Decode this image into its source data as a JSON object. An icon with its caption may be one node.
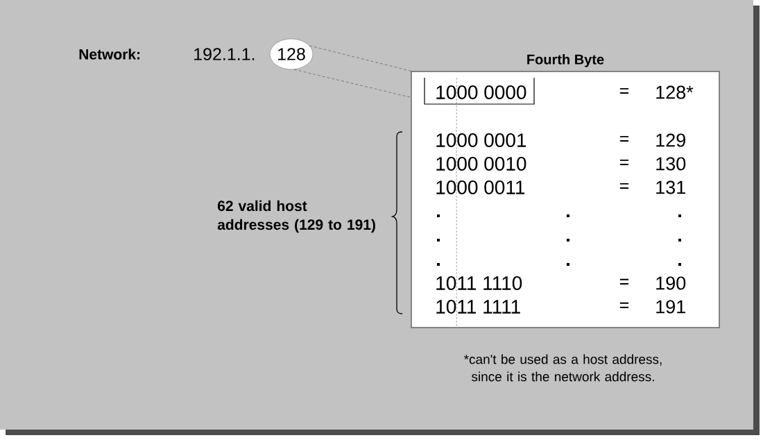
{
  "diagram": {
    "nodes": [
      {
        "text": [
          "128"
        ]
      },
      {
        "text": [
          "Fourth Byte"
        ]
      }
    ],
    "edges": [
      {
        "from": 0,
        "to": 1,
        "arrow": "none",
        "style": "dashed"
      },
      {
        "from": 0,
        "to": 1,
        "arrow": "none",
        "style": "dashed"
      }
    ],
    "labels": [
      "Network:",
      "192.1.1.",
      "1000 0000",
      "=",
      "128*",
      "1000 0001",
      "=",
      "129",
      "1000 0010",
      "=",
      "130",
      "1000 0011",
      "=",
      "131",
      "62 valid host addresses (129 to 191)",
      "1011 1110",
      "=",
      "190",
      "1011 1111",
      "=",
      "191",
      "*can't be used as a host address, since it is the network address."
    ]
  }
}
